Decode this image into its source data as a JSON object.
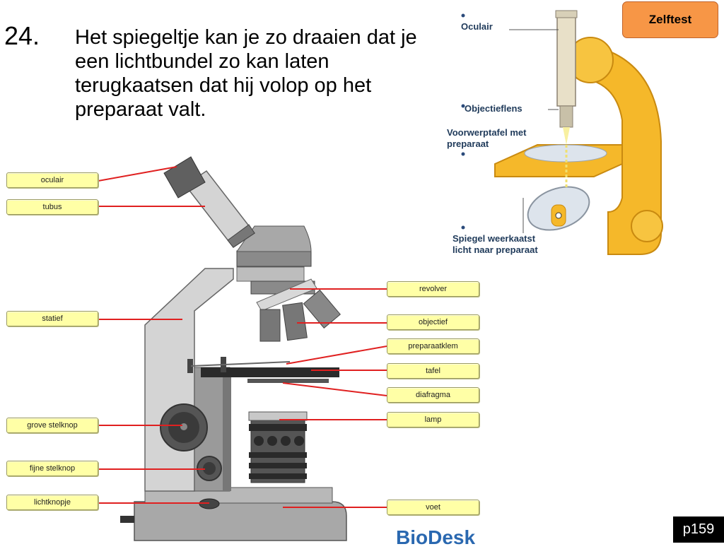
{
  "question": {
    "number": "24.",
    "text": "Het spiegeltje kan je zo draaien dat je een lichtbundel zo kan laten terugkaatsen dat hij volop op het preparaat valt."
  },
  "button_zelftest": "Zelftest",
  "page_badge": "p159",
  "labels_left": [
    "oculair",
    "tubus",
    "statief",
    "grove stelknop",
    "fijne stelknop",
    "lichtknopje"
  ],
  "labels_right": [
    "revolver",
    "objectief",
    "preparaatklem",
    "tafel",
    "diafragma",
    "lamp",
    "voet"
  ],
  "inset_captions": {
    "oculair": "Oculair",
    "objectieflens": "Objectieflens",
    "voorwerptafel_1": "Voorwerptafel met",
    "voorwerptafel_2": "preparaat",
    "spiegel_1": "Spiegel weerkaatst",
    "spiegel_2": "licht naar preparaat"
  },
  "logo_text": "BioDesk",
  "colors": {
    "label_fill": "#ffffa6",
    "leader_line": "#e02020",
    "button_orange": "#f79646",
    "microscope_gray": "#a0a0a0",
    "inset_yellow": "#f5b82a"
  }
}
